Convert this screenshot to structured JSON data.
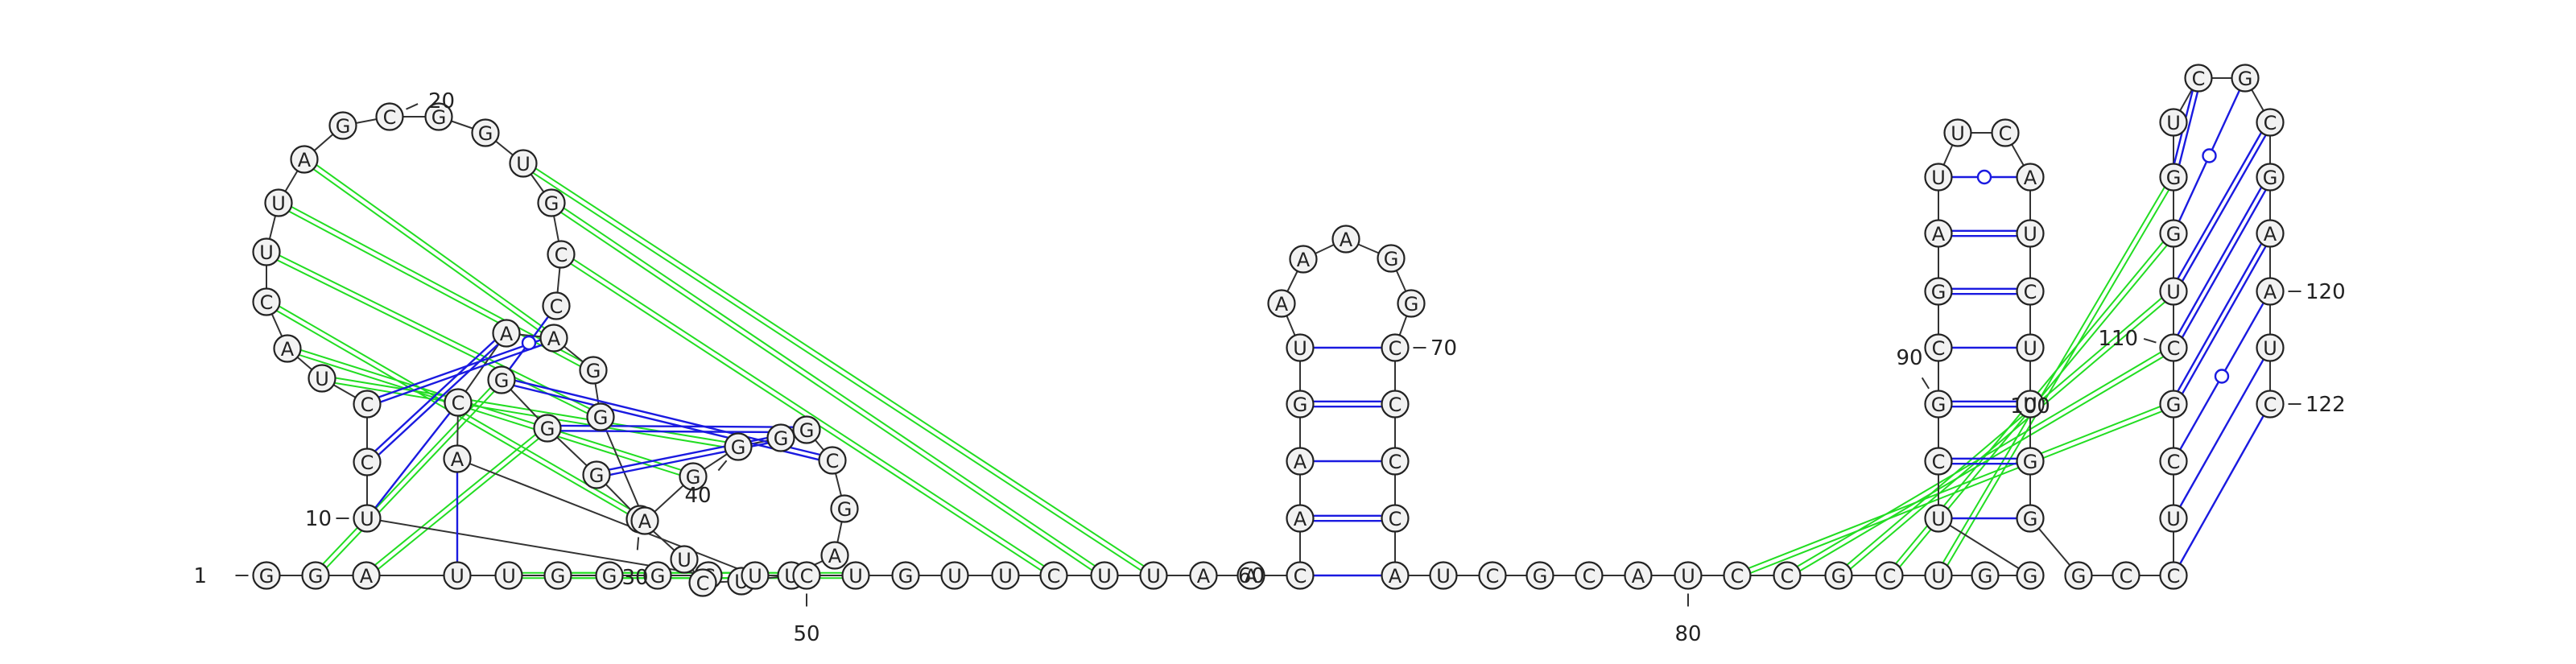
{
  "diagram": {
    "type": "rna-secondary-structure",
    "sequence": "GGAUUGGGCUCCUACUUAGCGGUGCCGGGCUCUUAGCGGGGAGGAACAUCUGUUCUUAACAAGUAAAGGCCCCAUCGCAUCCGCUGGUCGCGAUUCAUCUUGGGCCUCGCUGGUCGCGAAUCC",
    "colors": {
      "backbone": "#333333",
      "base_pair": "#1a1ae0",
      "pseudoknot": "#22dd22",
      "nucleotide_fill": "#f2f2f2",
      "nucleotide_stroke": "#222222"
    },
    "position_labels": [
      {
        "n": 1,
        "text": "1"
      },
      {
        "n": 10,
        "text": "10"
      },
      {
        "n": 20,
        "text": "20"
      },
      {
        "n": 30,
        "text": "30"
      },
      {
        "n": 40,
        "text": "40"
      },
      {
        "n": 50,
        "text": "50"
      },
      {
        "n": 60,
        "text": "60"
      },
      {
        "n": 70,
        "text": "70"
      },
      {
        "n": 80,
        "text": "80"
      },
      {
        "n": 90,
        "text": "90"
      },
      {
        "n": 100,
        "text": "100"
      },
      {
        "n": 110,
        "text": "110"
      },
      {
        "n": 120,
        "text": "120"
      },
      {
        "n": 122,
        "text": "122"
      }
    ]
  }
}
